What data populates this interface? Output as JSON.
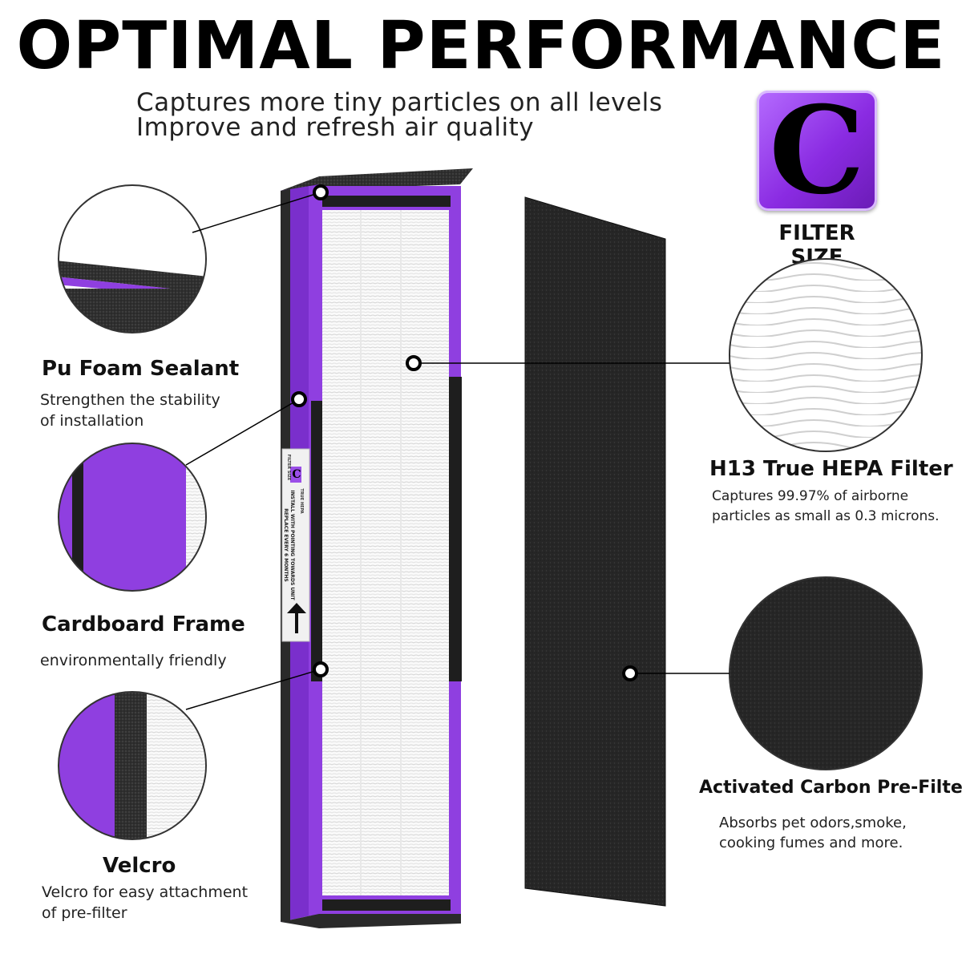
{
  "header": {
    "title": "OPTIMAL PERFORMANCE",
    "subtitle_line1": "Captures more tiny particles on all levels",
    "subtitle_line2": "Improve and refresh air quality"
  },
  "badge": {
    "letter": "C",
    "caption": "FILTER SIZE"
  },
  "features_left": [
    {
      "title": "Pu Foam Sealant",
      "desc1": "Strengthen the stability",
      "desc2": "of installation",
      "icon": "foam-sealant-detail"
    },
    {
      "title": "Cardboard Frame",
      "desc1": "environmentally friendly",
      "desc2": "",
      "icon": "cardboard-frame-detail"
    },
    {
      "title": "Velcro",
      "desc1": "Velcro for easy attachment",
      "desc2": "of pre-filter",
      "icon": "velcro-detail"
    }
  ],
  "features_right": [
    {
      "title": "H13 True HEPA Filter",
      "desc1": "Captures 99.97% of airborne",
      "desc2": "particles as small as 0.3 microns.",
      "icon": "hepa-pleats-detail"
    },
    {
      "title": "Activated Carbon Pre-Filter",
      "desc1": "Absorbs pet odors,smoke,",
      "desc2": "cooking fumes and more.",
      "icon": "carbon-sheet-detail"
    }
  ],
  "filter_label": {
    "size": "FILTER SIZE",
    "letter": "C",
    "type": "TRUE HEPA",
    "line1": "INSTALL WITH POINTING TOWARDS UNIT",
    "line2": "REPLACE EVERY 6 MONTHS"
  },
  "colors": {
    "accent": "#8a2be2",
    "frame_purple": "#8f3fe0",
    "carbon": "#2b2b2b",
    "foam": "#3a3a3a"
  }
}
